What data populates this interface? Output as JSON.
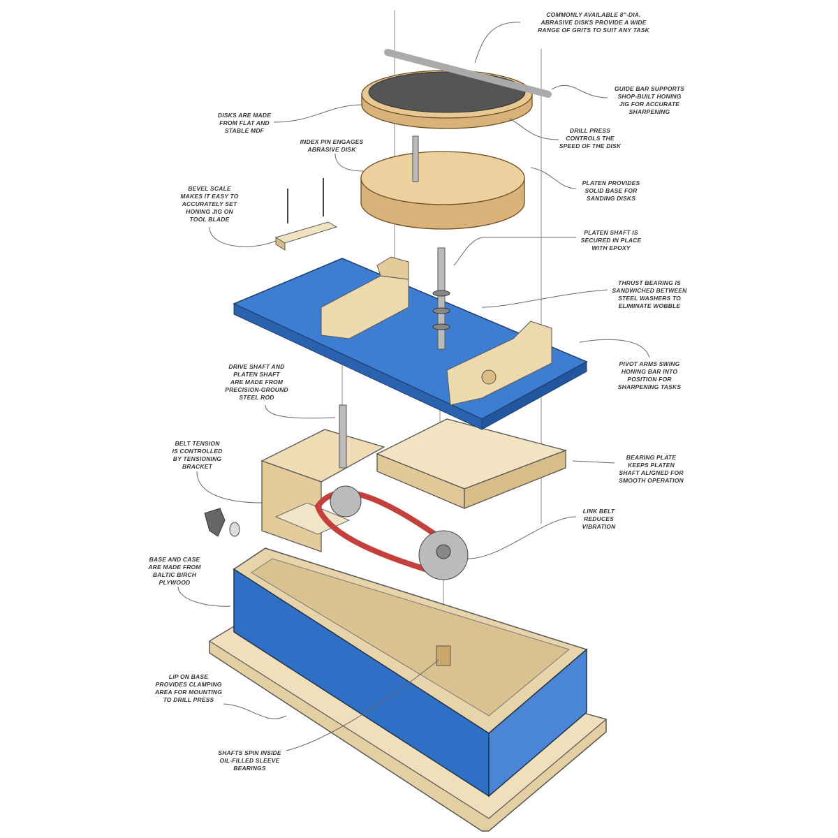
{
  "title": "Drill press sharpening station exploded view",
  "colors": {
    "blue": "#2f6fc6",
    "wood": "#e9d3a6",
    "mdf": "#d9b27a",
    "belt": "#c4403c",
    "steel": "#b9b9b9"
  },
  "callouts": {
    "abrasive_disks": "COMMONLY AVAILABLE 8\"-DIA.\nABRASIVE DISKS PROVIDE A WIDE\nRANGE OF GRITS TO SUIT ANY TASK",
    "guide_bar": "GUIDE BAR SUPPORTS\nSHOP-BUILT HONING\nJIG FOR ACCURATE\nSHARPENING",
    "disks_mdf": "DISKS ARE MADE\nFROM FLAT AND\nSTABLE MDF",
    "drill_press_speed": "DRILL PRESS\nCONTROLS THE\nSPEED OF THE DISK",
    "index_pin": "INDEX PIN ENGAGES\nABRASIVE DISK",
    "platen": "PLATEN PROVIDES\nSOLID BASE FOR\nSANDING DISKS",
    "bevel_scale": "BEVEL SCALE\nMAKES IT EASY TO\nACCURATELY SET\nHONING JIG ON\nTOOL BLADE",
    "platen_shaft": "PLATEN SHAFT IS\nSECURED IN PLACE\nWITH EPOXY",
    "thrust_bearing": "THRUST BEARING IS\nSANDWICHED BETWEEN\nSTEEL WASHERS TO\nELIMINATE WOBBLE",
    "pivot_arms": "PIVOT ARMS SWING\nHONING BAR INTO\nPOSITION FOR\nSHARPENING TASKS",
    "drive_shaft": "DRIVE SHAFT AND\nPLATEN SHAFT\nARE MADE FROM\nPRECISION-GROUND\nSTEEL ROD",
    "belt_tension": "BELT TENSION\nIS CONTROLLED\nBY TENSIONING\nBRACKET",
    "bearing_plate": "BEARING PLATE\nKEEPS PLATEN\nSHAFT ALIGNED FOR\nSMOOTH OPERATION",
    "link_belt": "LINK BELT\nREDUCES\nVIBRATION",
    "base_case": "BASE AND CASE\nARE MADE FROM\nBALTIC BIRCH\nPLYWOOD",
    "lip_base": "LIP ON BASE\nPROVIDES CLAMPING\nAREA FOR MOUNTING\nTO DRILL PRESS",
    "sleeve_bearings": "SHAFTS SPIN INSIDE\nOIL-FILLED SLEEVE\nBEARINGS"
  }
}
